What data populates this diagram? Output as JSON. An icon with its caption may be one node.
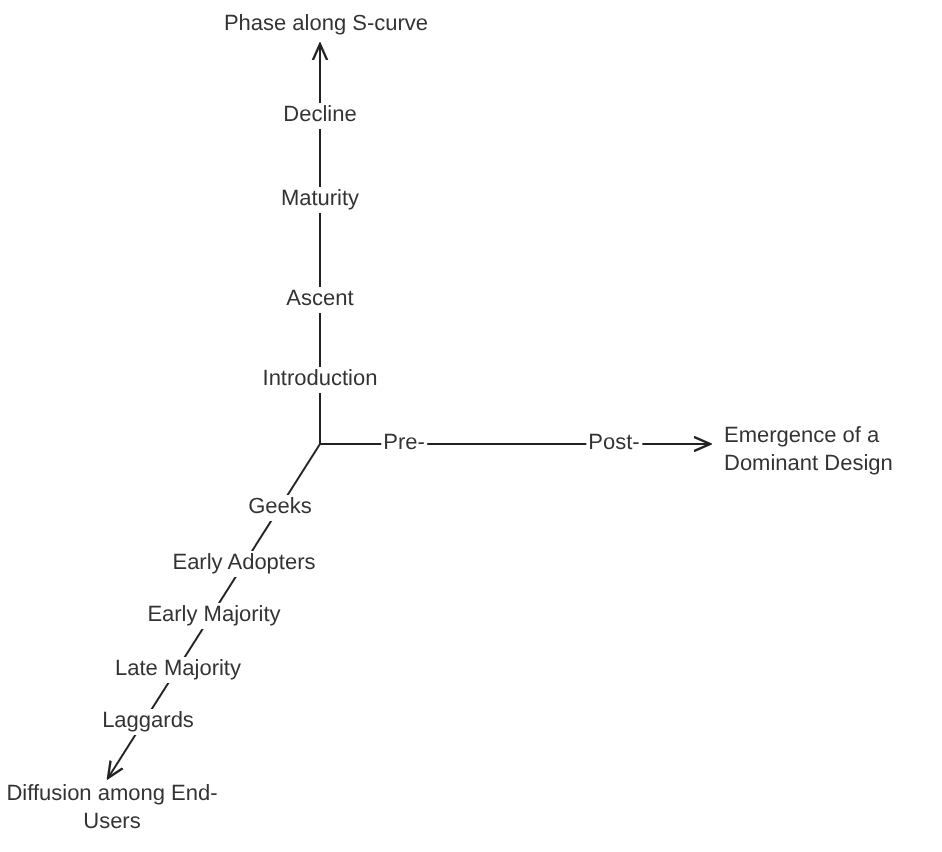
{
  "diagram": {
    "nodes": [
      {
        "text": [
          "Phase along S-curve"
        ]
      },
      {
        "text": [
          "Emergence of a Dominant Design"
        ]
      },
      {
        "text": [
          "Diffusion among End-Users"
        ]
      }
    ],
    "edges": [
      {
        "from": null,
        "to": 0,
        "arrow": "to"
      },
      {
        "from": null,
        "to": 1,
        "arrow": "to"
      },
      {
        "from": null,
        "to": 2,
        "arrow": "to"
      }
    ],
    "labels": [
      "Decline",
      "Maturity",
      "Ascent",
      "Introduction",
      "Pre-",
      "Post-",
      "Geeks",
      "Early Adopters",
      "Early Majority",
      "Late Majority",
      "Laggards"
    ]
  }
}
